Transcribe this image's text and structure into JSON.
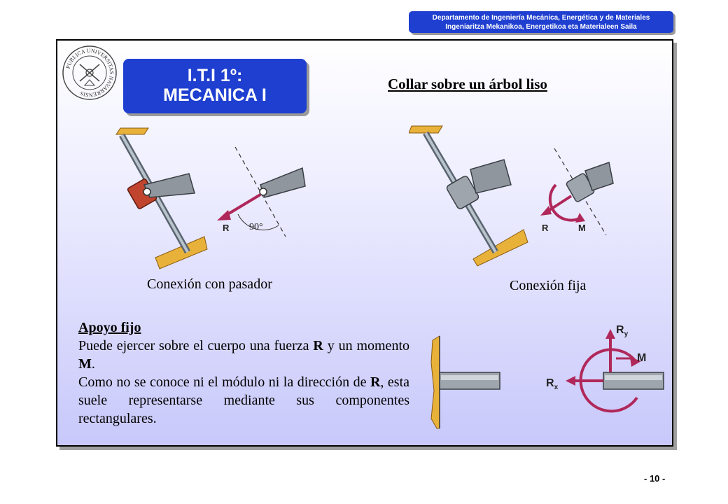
{
  "header": {
    "department_es": "Departamento de Ingeniería Mecánica, Energética y de Materiales",
    "department_eu": "Ingeniaritza Mekanikoa, Energetikoa eta Materialeen Saila"
  },
  "seal": {
    "text": "PUBLICA UNIVERSITAS NAVARRENSIS"
  },
  "course": {
    "line1": "I.T.I 1º:",
    "line2": "MECANICA I"
  },
  "section_title": "Collar sobre un árbol liso",
  "figures": {
    "pin": {
      "caption": "Conexión con pasador",
      "force_label": "R",
      "angle_label": "90°"
    },
    "fixed": {
      "caption": "Conexión fija",
      "force_label": "R",
      "moment_label": "M"
    },
    "support": {
      "rx_label": "R",
      "rx_sub": "x",
      "ry_label": "R",
      "ry_sub": "y",
      "moment_label": "M"
    }
  },
  "body": {
    "title": "Apoyo fijo",
    "p1_a": "Puede ejercer sobre el cuerpo una fuerza ",
    "p1_b": "R",
    "p1_c": " y un momento ",
    "p1_d": "M",
    "p1_e": ".",
    "p2_a": "Como no se conoce ni el módulo ni la dirección de ",
    "p2_b": "R",
    "p2_c": ", esta suele representarse mediante sus componentes rectangulares."
  },
  "footer": {
    "page_number": "- 10 -"
  },
  "colors": {
    "accent": "#1f3fd0",
    "force": "#b0285a",
    "hatch": "#e8b23a"
  }
}
